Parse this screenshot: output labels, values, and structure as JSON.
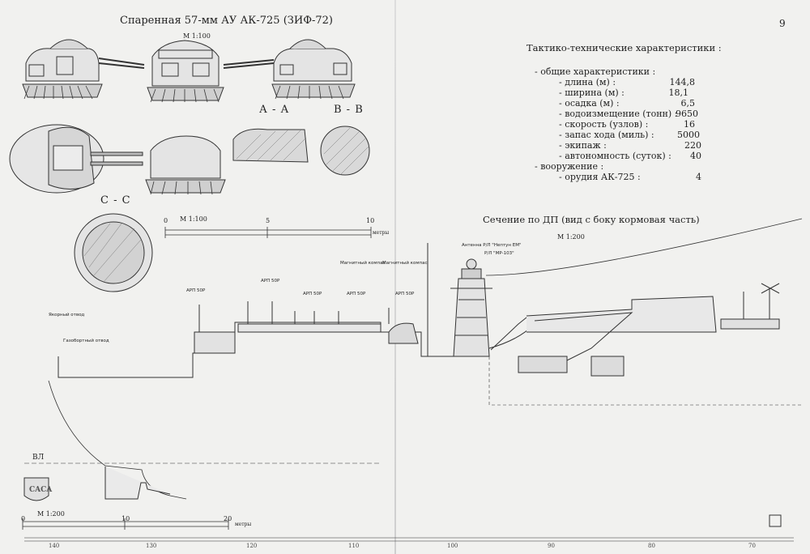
{
  "left_page": {
    "title": "Спаренная 57-мм АУ АК-725 (ЗИФ-72)",
    "scale_top": "М 1:100",
    "sections": [
      "А - А",
      "В - В",
      "С - С"
    ],
    "scale_mid": "М 1:100",
    "scale_mid_ticks": [
      "0",
      "5",
      "10"
    ],
    "scale_mid_units": "метры",
    "wl_label": "ВЛ",
    "scale_bottom": "М 1:200",
    "scale_bottom_ticks": [
      "0",
      "10",
      "20"
    ],
    "scale_bottom_units": "метры",
    "labels": {
      "yakor_otvod": "Якорный отвод",
      "gazobort_otvod": "Газобортный отвод",
      "arp_labels": [
        "АРП 50Р",
        "АРП 50Р",
        "АРП 50Р",
        "АРП 50Р",
        "АРП 50Р"
      ],
      "magnet_labels": [
        "Магнитный компас",
        "Магнитный компас"
      ],
      "logo": "CACA"
    }
  },
  "right_page": {
    "page_number": "9",
    "tth_title": "Тактико-технические характеристики :",
    "general_title": "- общие характеристики :",
    "general": [
      {
        "label": "- длина (м) :",
        "value": "144,8"
      },
      {
        "label": "- ширина (м) :",
        "value": "18,1"
      },
      {
        "label": "- осадка (м) :",
        "value": "6,5"
      },
      {
        "label": "- водоизмещение (тонн) :",
        "value": "9650"
      },
      {
        "label": "- скорость (узлов) :",
        "value": "16"
      },
      {
        "label": "- запас хода (миль) :",
        "value": "5000"
      },
      {
        "label": "- экипаж :",
        "value": "220"
      },
      {
        "label": "- автономность (суток) :",
        "value": "40"
      }
    ],
    "armament_title": "- вооружение :",
    "armament": [
      {
        "label": "- орудия АК-725 :",
        "value": "4"
      }
    ],
    "section_title": "Сечение по ДП  (вид с боку кормовая часть)",
    "section_scale": "М 1:200",
    "antenna_label": "Антенна Р/Л \"Нептун ЕМ\"",
    "radar_label": "Р/Л \"МР-103\""
  },
  "frame_numbers": [
    "140",
    "130",
    "120",
    "110",
    "100",
    "90",
    "80",
    "70"
  ]
}
